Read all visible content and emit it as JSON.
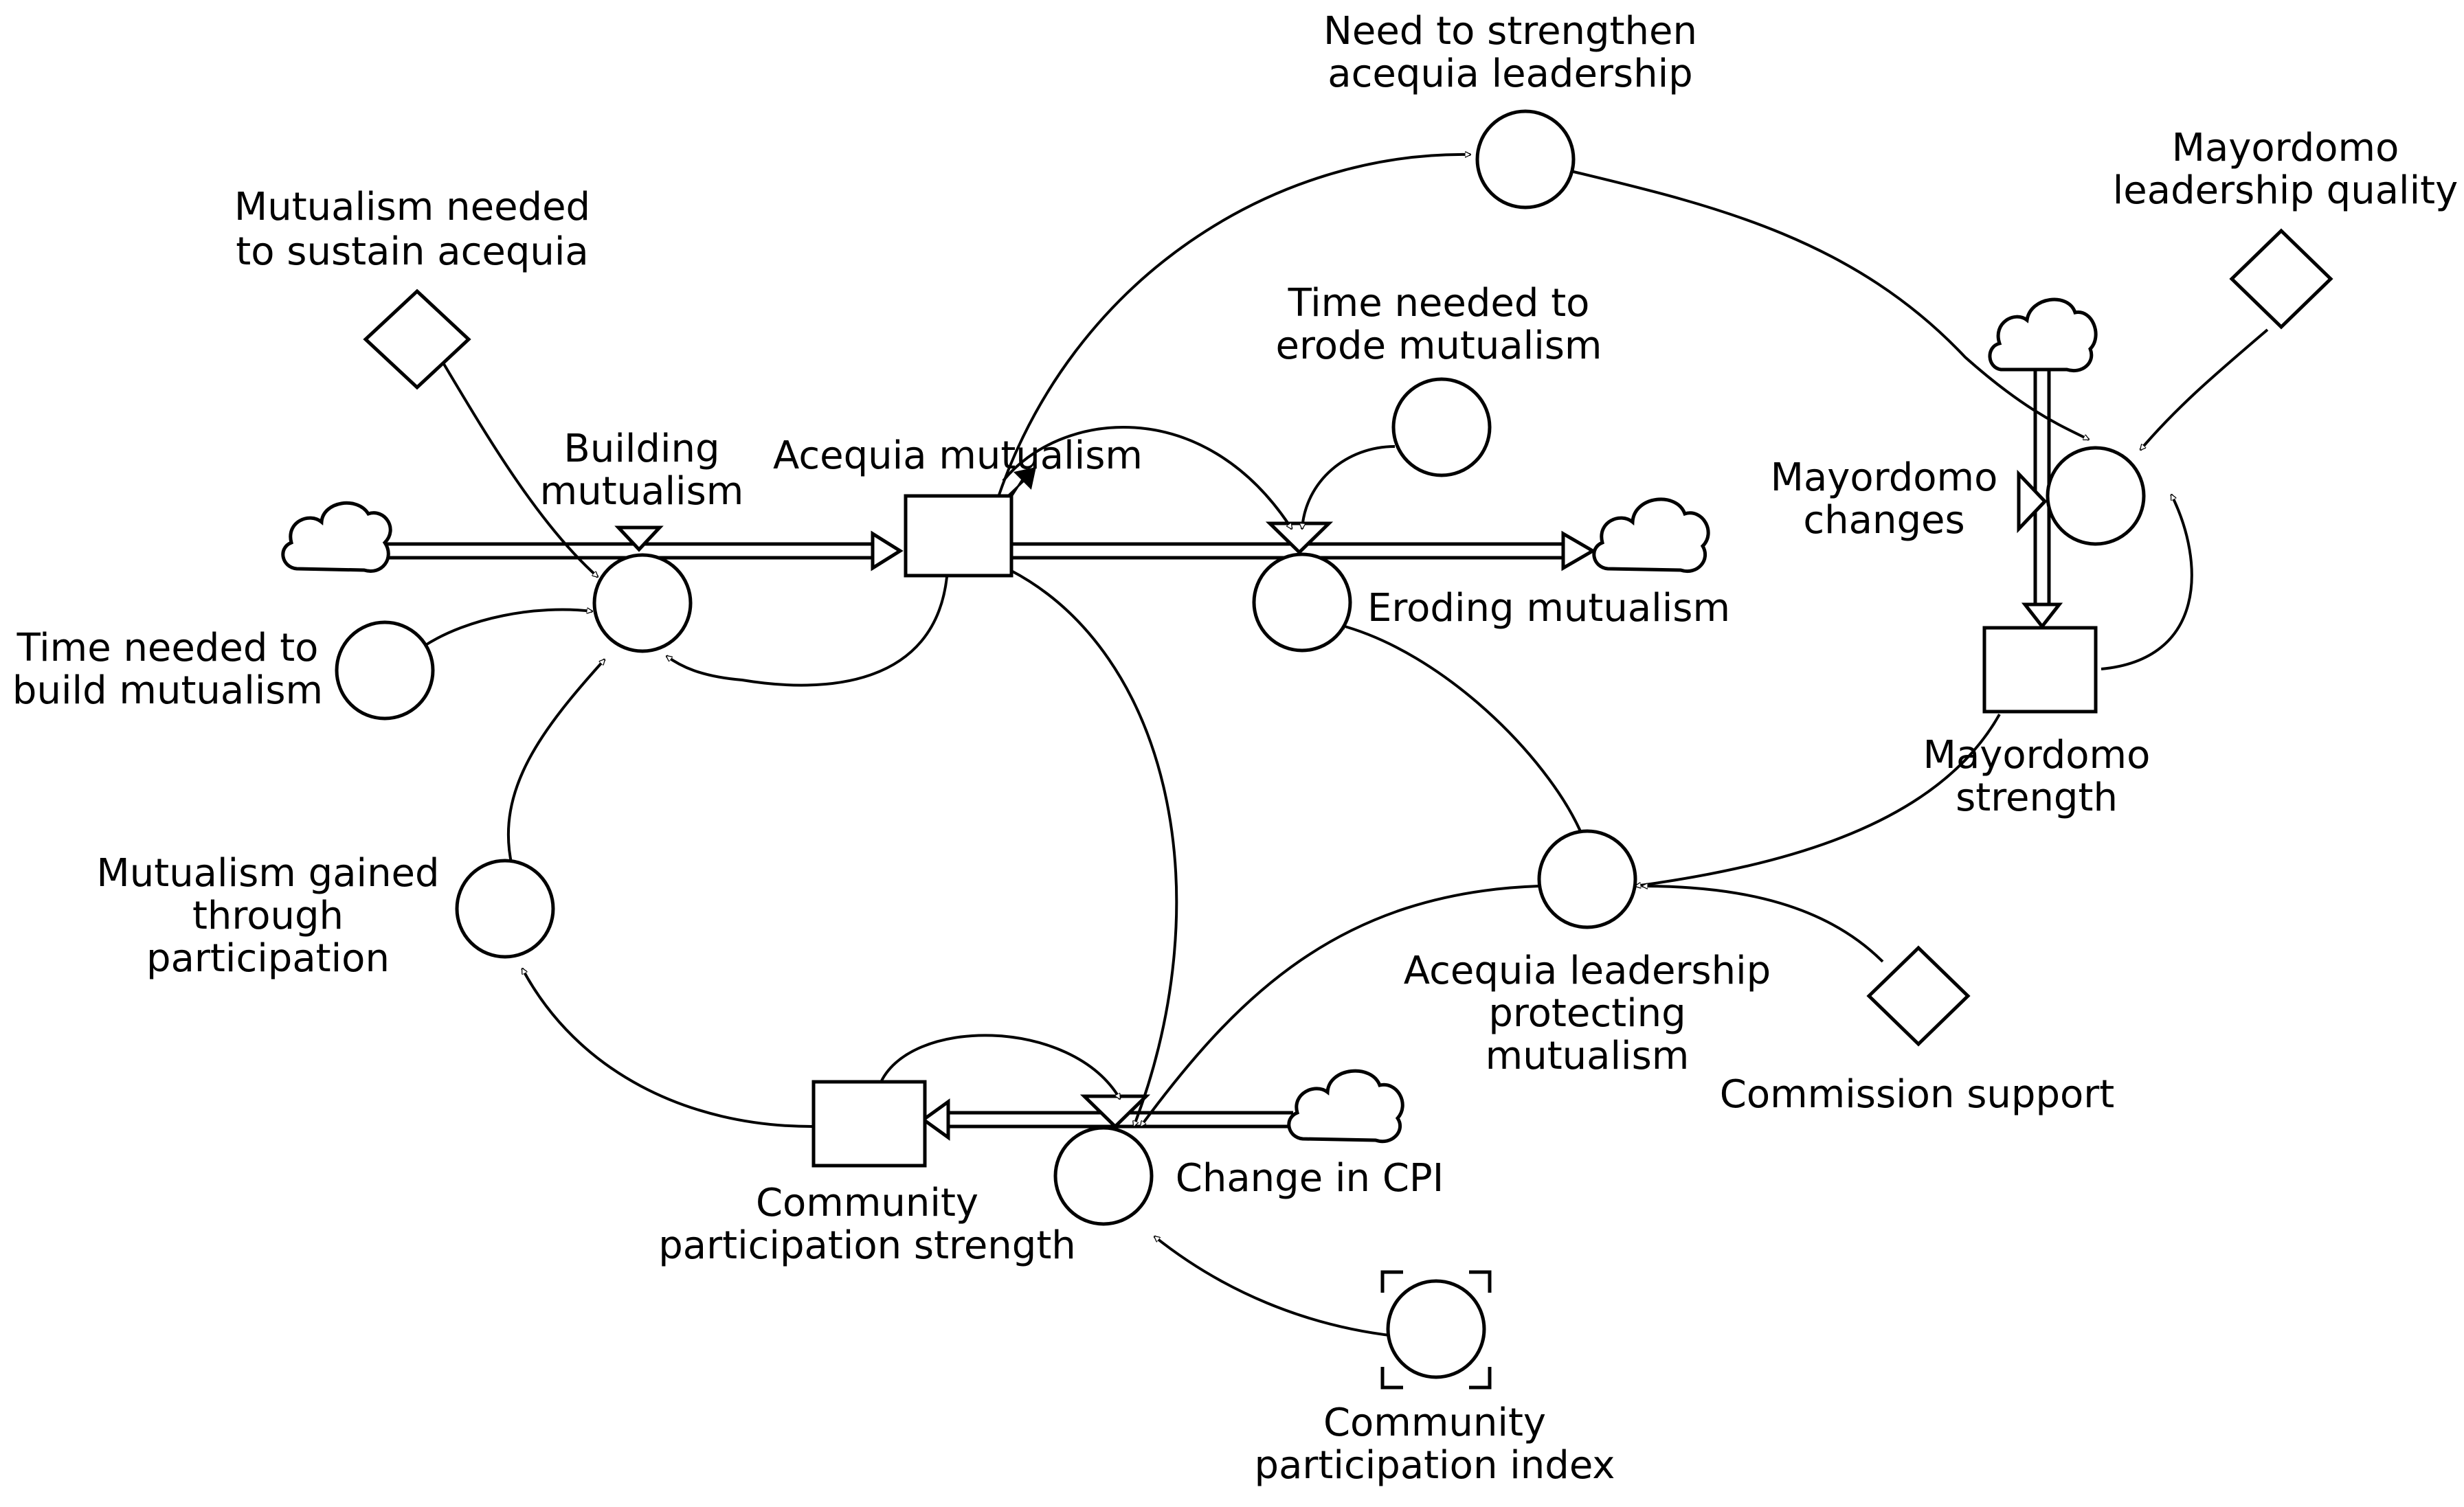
{
  "diagram": {
    "labels": {
      "mutualism_needed_1": "Mutualism needed",
      "mutualism_needed_2": "to sustain acequia",
      "need_strengthen_1": "Need to strengthen",
      "need_strengthen_2": "acequia leadership",
      "mayordomo_quality_1": "Mayordomo",
      "mayordomo_quality_2": "leadership quality",
      "time_erode_1": "Time needed to",
      "time_erode_2": "erode mutualism",
      "building_1": "Building",
      "building_2": "mutualism",
      "acequia_mutualism": "Acequia mutualism",
      "mayordomo_changes_1": "Mayordomo",
      "mayordomo_changes_2": "changes",
      "eroding": "Eroding mutualism",
      "time_build_1": "Time needed to",
      "time_build_2": "build mutualism",
      "mayordomo_strength_1": "Mayordomo",
      "mayordomo_strength_2": "strength",
      "gained_1": "Mutualism gained",
      "gained_2": "through",
      "gained_3": "participation",
      "protecting_1": "Acequia leadership",
      "protecting_2": "protecting",
      "protecting_3": "mutualism",
      "commission": "Commission support",
      "change_cpi": "Change in CPI",
      "participation_strength_1": "Community",
      "participation_strength_2": "participation strength",
      "participation_index_1": "Community",
      "participation_index_2": "participation index"
    }
  }
}
